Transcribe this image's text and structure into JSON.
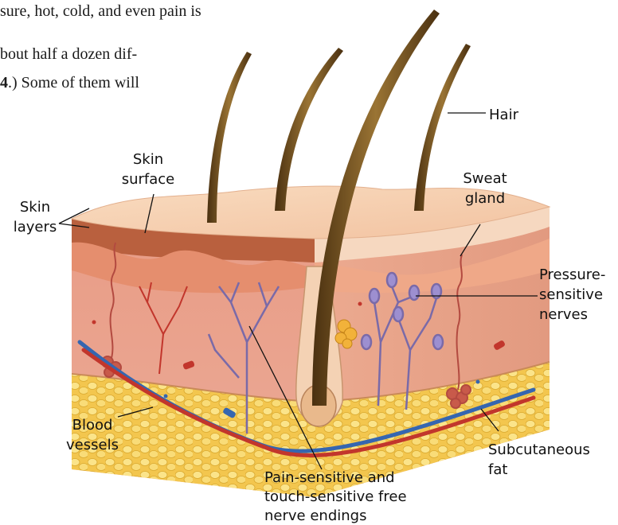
{
  "text": {
    "line1": "sure, hot, cold, and even pain is",
    "line2": "bout half a dozen dif-",
    "line3_bold": "4",
    "line3_rest": ".) Some of them will"
  },
  "labels": {
    "hair": "Hair",
    "skin_surface_1": "Skin",
    "skin_surface_2": "surface",
    "sweat_gland_1": "Sweat",
    "sweat_gland_2": "gland",
    "skin_layers_1": "Skin",
    "skin_layers_2": "layers",
    "pressure_1": "Pressure-",
    "pressure_2": "sensitive",
    "pressure_3": "nerves",
    "blood_1": "Blood",
    "blood_2": "vessels",
    "subcut_1": "Subcutaneous",
    "subcut_2": "fat",
    "pain_1": "Pain-sensitive and",
    "pain_2": "touch-sensitive free",
    "pain_3": "nerve endings"
  },
  "colors": {
    "skin_top": "#f6cfae",
    "skin_front": "#e9a58c",
    "dermis": "#f0b49c",
    "fat": "#f6d26a",
    "hair": "#6a4a1c",
    "nerve": "#8a7ab8",
    "artery": "#c2362c",
    "vein": "#3566b0"
  }
}
